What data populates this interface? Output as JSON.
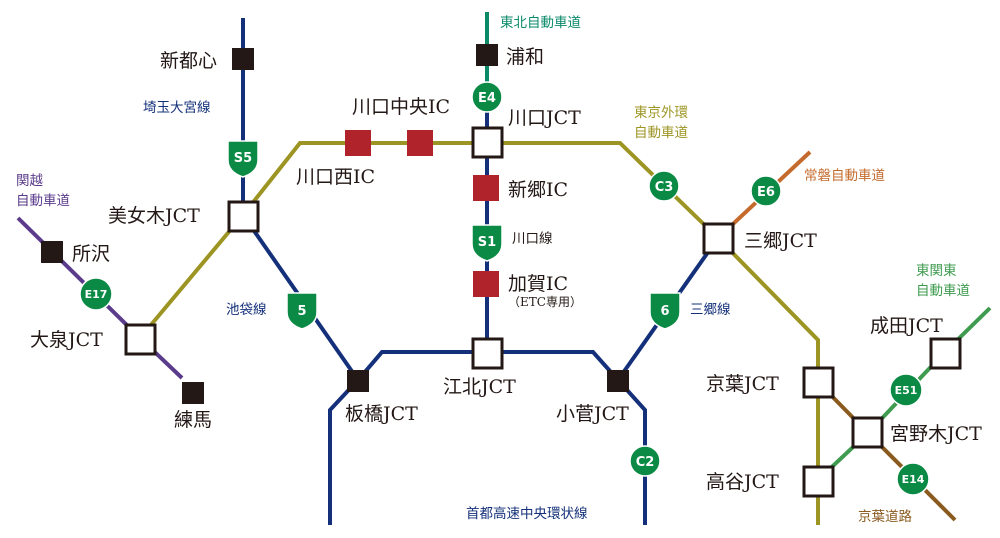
{
  "colors": {
    "metro_navy": "#14307a",
    "olive": "#9c9523",
    "purple": "#5b3c8c",
    "green": "#3e9b4f",
    "teal": "#0b8a6a",
    "brown": "#8a5a1f",
    "orange": "#c46a2c",
    "marker_black": "#231815",
    "marker_red": "#b0232a",
    "shield_green": "#0b8a45"
  },
  "nodes": {
    "shintoshin": "新都心",
    "urawa": "浦和",
    "kawaguchi_chuo_ic": "川口中央IC",
    "kawaguchi_jct": "川口JCT",
    "kawaguchi_nishi_ic": "川口西IC",
    "shingo_ic": "新郷IC",
    "kaga_ic": "加賀IC",
    "kaga_ic_note": "（ETC専用）",
    "bijogi_jct": "美女木JCT",
    "tokorozawa": "所沢",
    "oizumi_jct": "大泉JCT",
    "nerima": "練馬",
    "misato_jct": "三郷JCT",
    "itabashi_jct": "板橋JCT",
    "kohoku_jct": "江北JCT",
    "kosuge_jct": "小菅JCT",
    "keiyo_jct": "京葉JCT",
    "takaya_jct": "高谷JCT",
    "narita_jct": "成田JCT",
    "miyanogi_jct": "宮野木JCT"
  },
  "routes": {
    "tohoku": "東北自動車道",
    "saitama_omiya": "埼玉大宮線",
    "gaikan_1": "東京外環",
    "gaikan_2": "自動車道",
    "kanetsu_1": "関越",
    "kanetsu_2": "自動車道",
    "joban": "常磐自動車道",
    "kawaguchi": "川口線",
    "ikebukuro": "池袋線",
    "misato": "三郷線",
    "higashikanto_1": "東関東",
    "higashikanto_2": "自動車道",
    "keiyo_road": "京葉道路",
    "c1_loop": "首都高速中央環状線"
  },
  "shields": {
    "e4": "E4",
    "s5": "S5",
    "s1": "S1",
    "r5": "5",
    "r6": "6",
    "c3": "C3",
    "e6": "E6",
    "e17": "E17",
    "c2": "C2",
    "e51": "E51",
    "e14": "E14"
  }
}
